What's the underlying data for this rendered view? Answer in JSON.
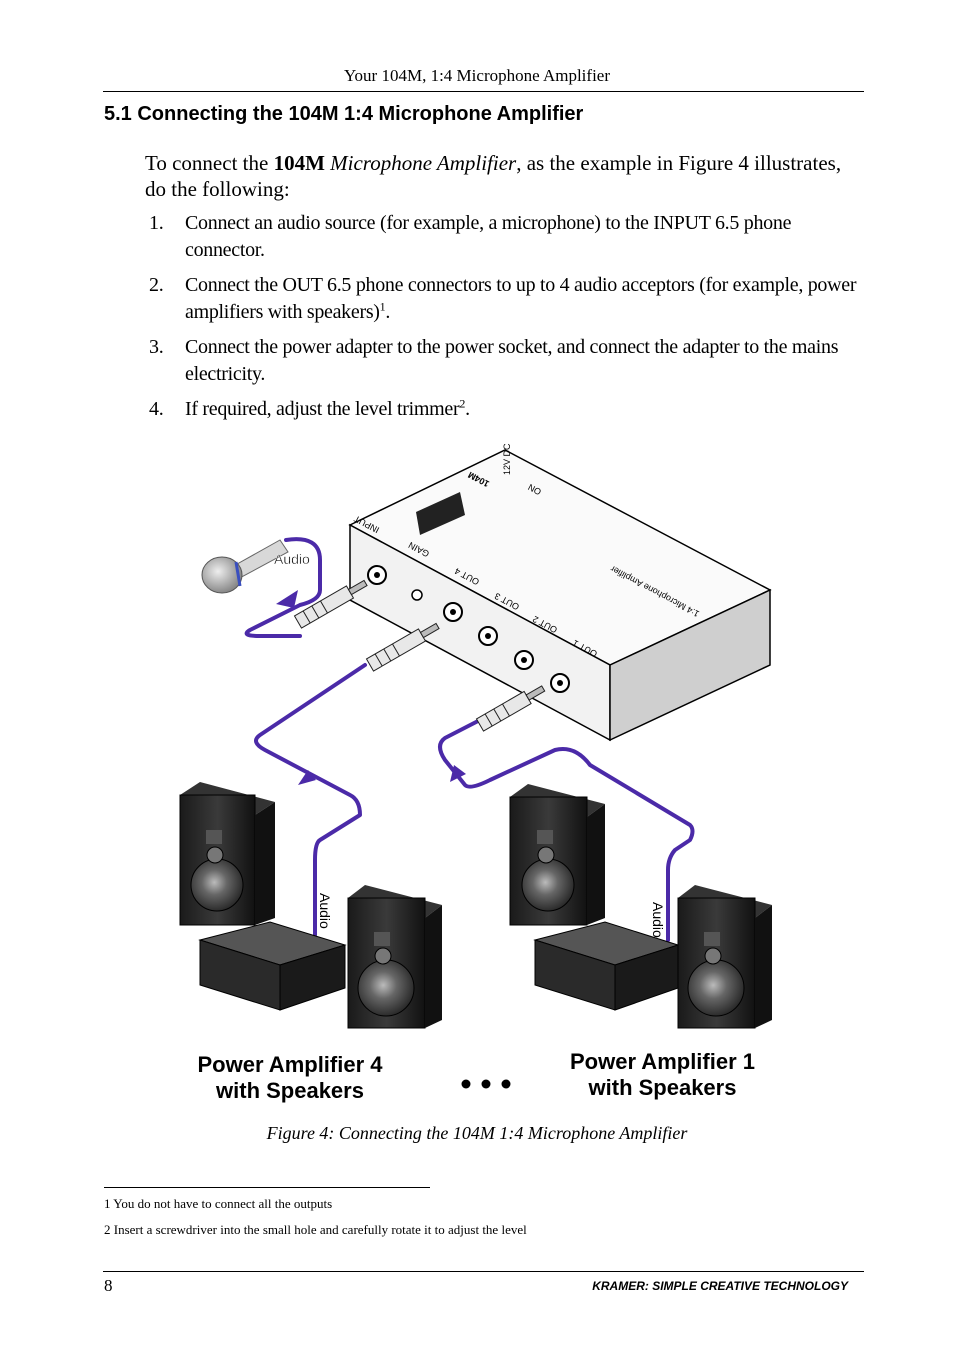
{
  "header": {
    "title": "Your 104M, 1:4 Microphone Amplifier"
  },
  "section": {
    "heading": "5.1  Connecting the 104M 1:4 Microphone Amplifier"
  },
  "intro": {
    "prefix": "To connect the ",
    "product": "104M",
    "product_name": "Microphone Amplifier",
    "suffix": ", as the example in Figure 4 illustrates, do the following:"
  },
  "steps": [
    {
      "num": "1.",
      "text": "Connect an audio source (for example, a microphone) to the INPUT 6.5 phone connector.",
      "sup": ""
    },
    {
      "num": "2.",
      "text": "Connect the OUT 6.5 phone connectors to up to 4 audio acceptors (for example, power amplifiers with speakers)",
      "sup": "1",
      "after": "."
    },
    {
      "num": "3.",
      "text": "Connect the power adapter to the power socket, and connect the adapter to the mains electricity.",
      "sup": ""
    },
    {
      "num": "4.",
      "text": "If required, adjust the level trimmer",
      "sup": "2",
      "after": "."
    }
  ],
  "figure": {
    "audio_label": "Audio",
    "device_labels": {
      "input": "INPUT",
      "gain": "GAIN",
      "out4": "OUT 4",
      "out3": "OUT 3",
      "out2": "OUT 2",
      "out1": "OUT 1",
      "model": "104M",
      "power": "12V DC",
      "on": "ON",
      "product": "1:4 Microphone Amplifier"
    },
    "amp4_line1": "Power Amplifier 4",
    "amp4_line2": "with Speakers",
    "amp1_line1": "Power Amplifier 1",
    "amp1_line2": "with Speakers",
    "cable_color": "#4b2aa8",
    "caption": "Figure 4: Connecting the 104M 1:4 Microphone Amplifier"
  },
  "footnotes": [
    "1 You do not have to connect all the outputs",
    "2 Insert a screwdriver into the small hole and carefully rotate it to adjust the level"
  ],
  "footer": {
    "page_number": "8",
    "brand": "KRAMER:  SIMPLE CREATIVE TECHNOLOGY"
  }
}
